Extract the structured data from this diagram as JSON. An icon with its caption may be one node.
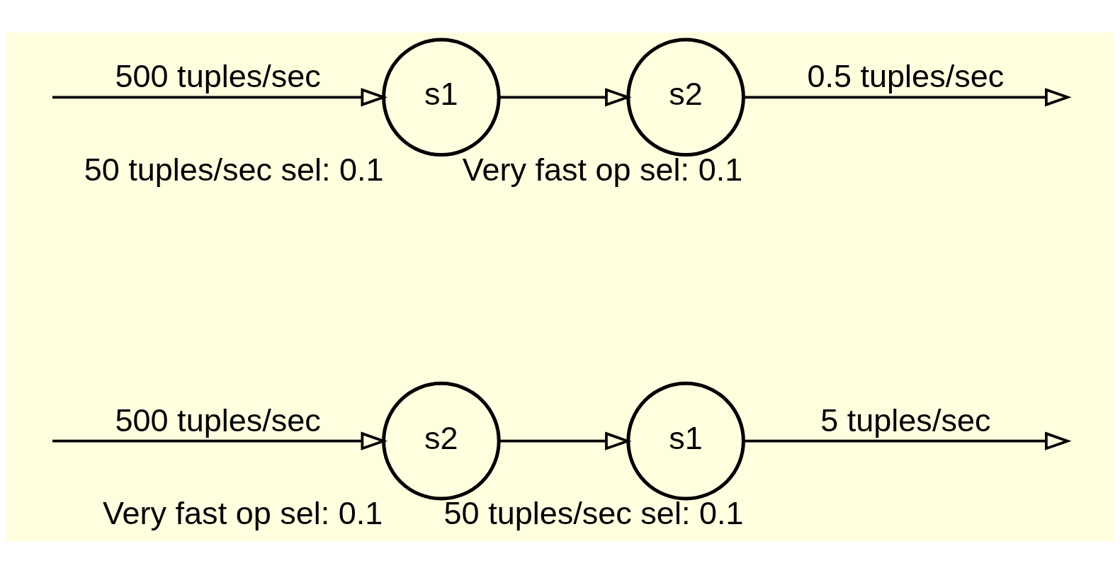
{
  "diagram": {
    "nodes": [
      {
        "text": [
          "s1"
        ],
        "beside": [
          "50 tuples/sec sel: 0.1"
        ]
      },
      {
        "text": [
          "s2"
        ],
        "beside": [
          "Very fast op sel: 0.1"
        ]
      },
      {
        "text": [
          "s2"
        ],
        "beside": [
          "Very fast op sel: 0.1"
        ]
      },
      {
        "text": [
          "s1"
        ],
        "beside": [
          "50 tuples/sec sel: 0.1"
        ]
      }
    ],
    "edges": [
      {
        "from": null,
        "to": 0,
        "arrow": "to",
        "label": "500 tuples/sec"
      },
      {
        "from": 0,
        "to": 1,
        "arrow": "to"
      },
      {
        "from": 1,
        "to": null,
        "arrow": "to",
        "label": "0.5 tuples/sec"
      },
      {
        "from": null,
        "to": 2,
        "arrow": "to",
        "label": "500 tuples/sec"
      },
      {
        "from": 2,
        "to": 3,
        "arrow": "to"
      },
      {
        "from": 3,
        "to": null,
        "arrow": "to",
        "label": "5 tuples/sec"
      }
    ]
  }
}
